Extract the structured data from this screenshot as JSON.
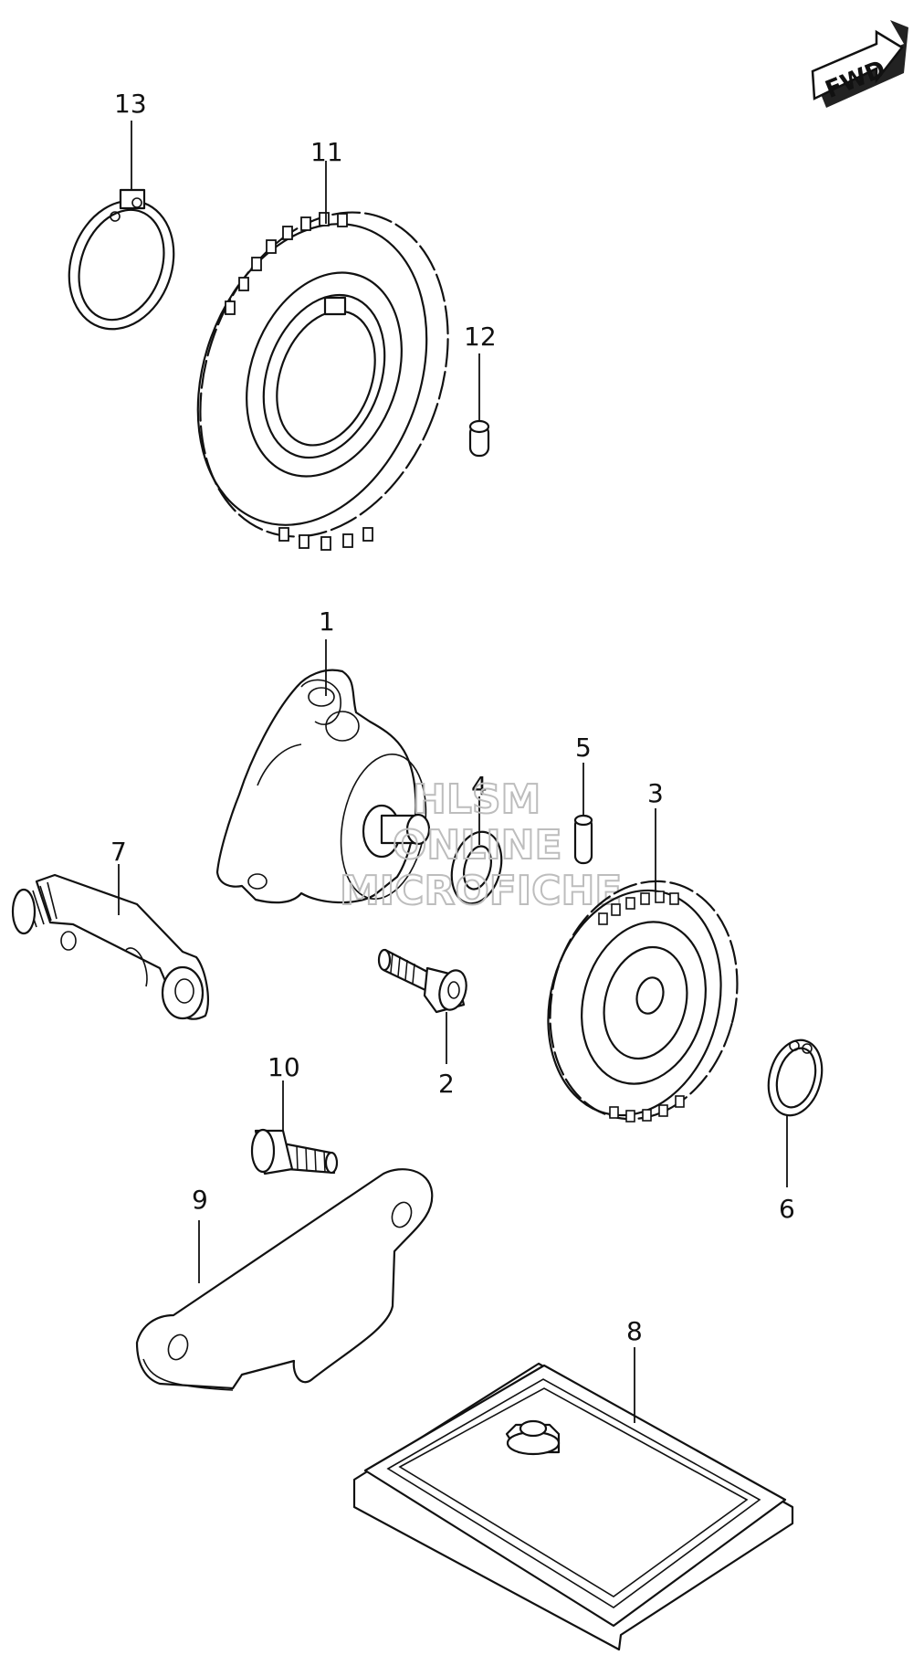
{
  "fwd_badge": {
    "label": "FWD"
  },
  "watermark": {
    "line1": "HLSM",
    "line2": "ONLINE",
    "line3": "MICROFICHE"
  },
  "callouts": {
    "c1": "1",
    "c2": "2",
    "c3": "3",
    "c4": "4",
    "c5": "5",
    "c6": "6",
    "c7": "7",
    "c8": "8",
    "c9": "9",
    "c10": "10",
    "c11": "11",
    "c12": "12",
    "c13": "13"
  }
}
